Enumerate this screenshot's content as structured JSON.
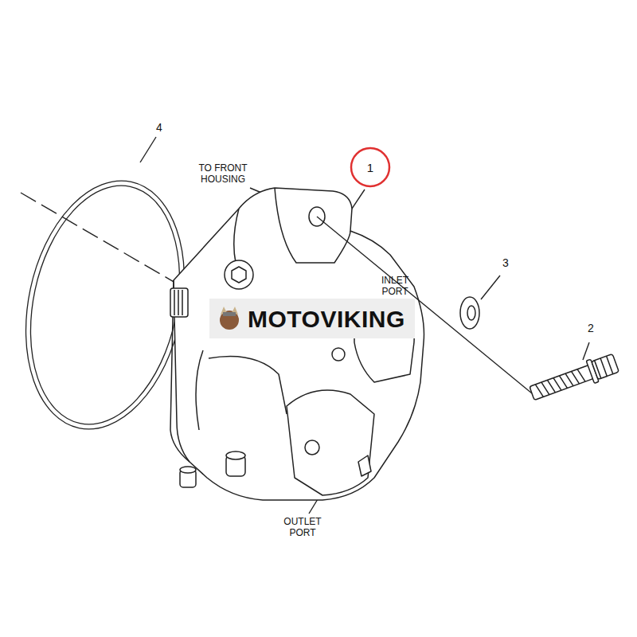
{
  "diagram": {
    "nodes": [
      {
        "text": [
          "1"
        ]
      },
      {
        "text": [
          "MOTOVIKING"
        ]
      }
    ],
    "edges": [],
    "labels": [
      "4",
      "TO FRONT HOUSING",
      "3",
      "INLET PORT",
      "2",
      "OUTLET PORT"
    ]
  }
}
